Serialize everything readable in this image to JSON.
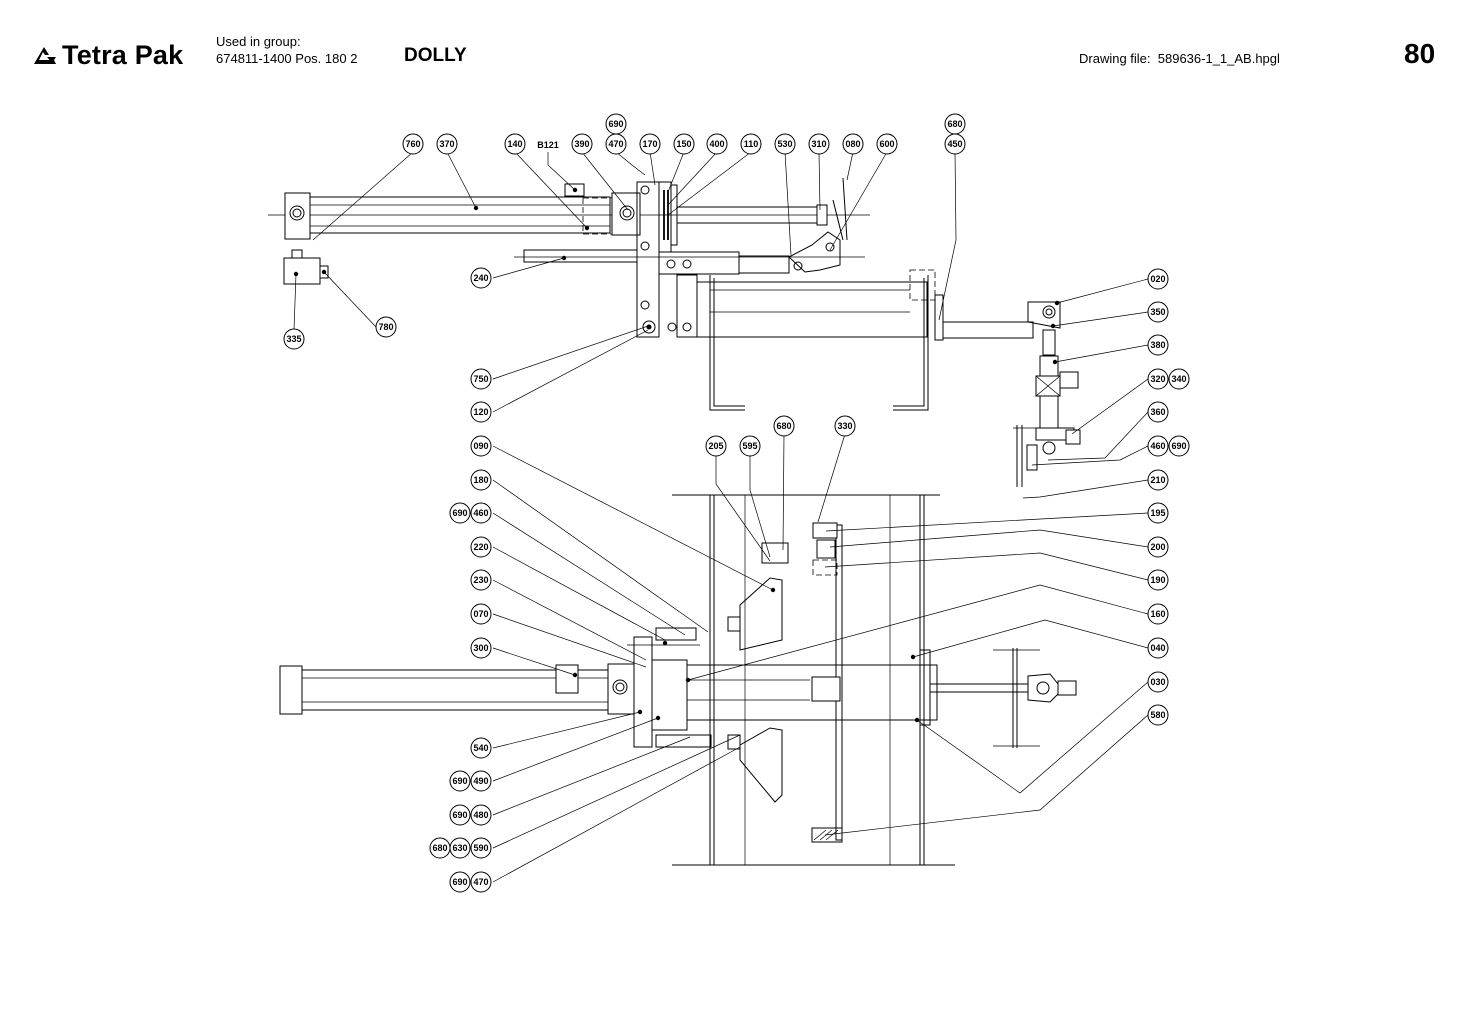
{
  "header": {
    "brand": "Tetra Pak",
    "used_in_group_label": "Used in group:",
    "used_in_group_value": "674811-1400 Pos. 180 2",
    "title": "DOLLY",
    "drawing_file": "Drawing file:  589636-1_1_AB.hpgl",
    "page_number": "80",
    "logo_icon": "tetra-pak-triangle-logo"
  },
  "diagram": {
    "tag_b121": "B121",
    "callouts": [
      {
        "id": "c760",
        "label": "760"
      },
      {
        "id": "c370",
        "label": "370"
      },
      {
        "id": "c140",
        "label": "140"
      },
      {
        "id": "c390",
        "label": "390"
      },
      {
        "id": "c690a",
        "label": "690"
      },
      {
        "id": "c470a",
        "label": "470"
      },
      {
        "id": "c170",
        "label": "170"
      },
      {
        "id": "c150",
        "label": "150"
      },
      {
        "id": "c400",
        "label": "400"
      },
      {
        "id": "c110",
        "label": "110"
      },
      {
        "id": "c530",
        "label": "530"
      },
      {
        "id": "c310",
        "label": "310"
      },
      {
        "id": "c080",
        "label": "080"
      },
      {
        "id": "c600",
        "label": "600"
      },
      {
        "id": "c680a",
        "label": "680"
      },
      {
        "id": "c450",
        "label": "450"
      },
      {
        "id": "c240",
        "label": "240"
      },
      {
        "id": "c780",
        "label": "780"
      },
      {
        "id": "c335",
        "label": "335"
      },
      {
        "id": "c750",
        "label": "750"
      },
      {
        "id": "c120",
        "label": "120"
      },
      {
        "id": "c020",
        "label": "020"
      },
      {
        "id": "c350",
        "label": "350"
      },
      {
        "id": "c380",
        "label": "380"
      },
      {
        "id": "c320",
        "label": "320"
      },
      {
        "id": "c340",
        "label": "340"
      },
      {
        "id": "c360",
        "label": "360"
      },
      {
        "id": "c460a",
        "label": "460"
      },
      {
        "id": "c690b",
        "label": "690"
      },
      {
        "id": "c090",
        "label": "090"
      },
      {
        "id": "c205",
        "label": "205"
      },
      {
        "id": "c595",
        "label": "595"
      },
      {
        "id": "c680b",
        "label": "680"
      },
      {
        "id": "c330",
        "label": "330"
      },
      {
        "id": "c180",
        "label": "180"
      },
      {
        "id": "c690c",
        "label": "690"
      },
      {
        "id": "c460b",
        "label": "460"
      },
      {
        "id": "c220",
        "label": "220"
      },
      {
        "id": "c230",
        "label": "230"
      },
      {
        "id": "c070",
        "label": "070"
      },
      {
        "id": "c300",
        "label": "300"
      },
      {
        "id": "c210",
        "label": "210"
      },
      {
        "id": "c195",
        "label": "195"
      },
      {
        "id": "c200",
        "label": "200"
      },
      {
        "id": "c190",
        "label": "190"
      },
      {
        "id": "c160",
        "label": "160"
      },
      {
        "id": "c040",
        "label": "040"
      },
      {
        "id": "c030",
        "label": "030"
      },
      {
        "id": "c580",
        "label": "580"
      },
      {
        "id": "c540",
        "label": "540"
      },
      {
        "id": "c690d",
        "label": "690"
      },
      {
        "id": "c490",
        "label": "490"
      },
      {
        "id": "c690e",
        "label": "690"
      },
      {
        "id": "c480",
        "label": "480"
      },
      {
        "id": "c680c",
        "label": "680"
      },
      {
        "id": "c630",
        "label": "630"
      },
      {
        "id": "c590",
        "label": "590"
      },
      {
        "id": "c690f",
        "label": "690"
      },
      {
        "id": "c470b",
        "label": "470"
      }
    ]
  }
}
